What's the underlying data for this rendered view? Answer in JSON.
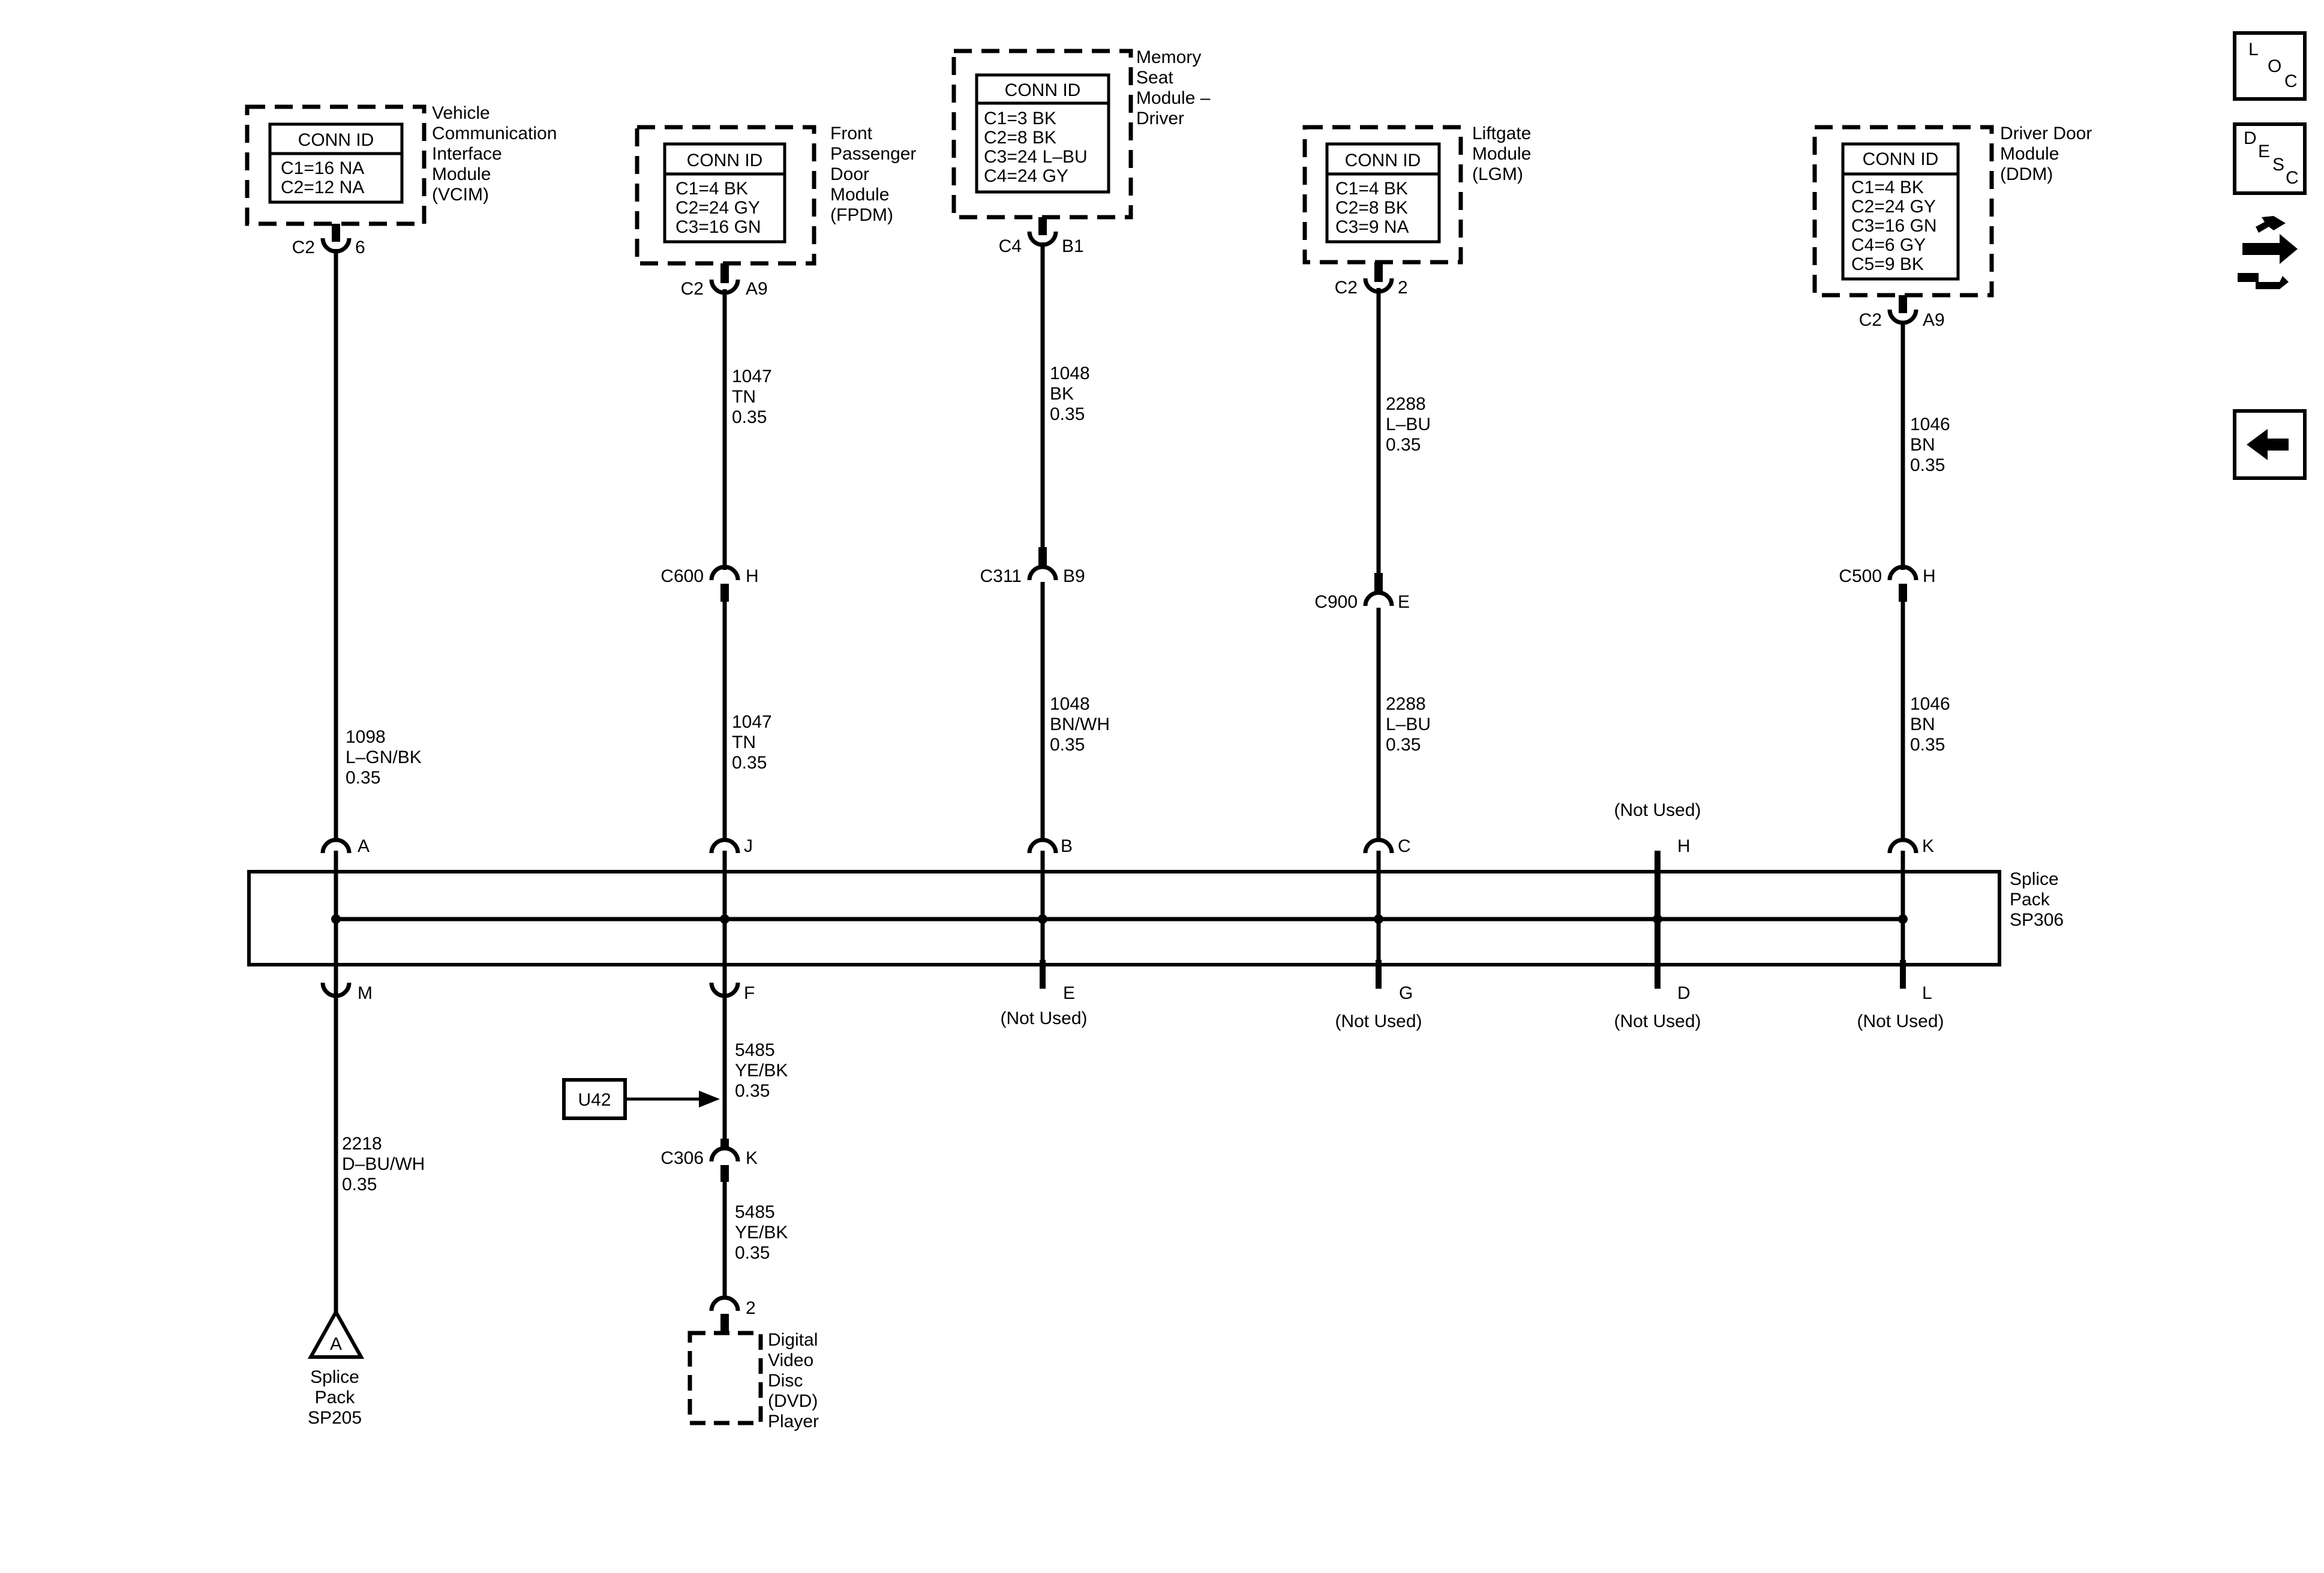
{
  "modules": {
    "vcim": {
      "conn_id": "CONN ID",
      "lines": [
        "C1=16 NA",
        "C2=12 NA"
      ],
      "name": [
        "Vehicle",
        "Communication",
        "Interface",
        "Module",
        "(VCIM)"
      ]
    },
    "fpdm": {
      "conn_id": "CONN ID",
      "lines": [
        "C1=4 BK",
        "C2=24 GY",
        "C3=16 GN"
      ],
      "name": [
        "Front",
        "Passenger",
        "Door",
        "Module",
        "(FPDM)"
      ]
    },
    "msm": {
      "conn_id": "CONN ID",
      "lines": [
        "C1=3 BK",
        "C2=8 BK",
        "C3=24 L–BU",
        "C4=24 GY"
      ],
      "name": [
        "Memory",
        "Seat",
        "Module –",
        "Driver"
      ]
    },
    "lgm": {
      "conn_id": "CONN ID",
      "lines": [
        "C1=4 BK",
        "C2=8 BK",
        "C3=9 NA"
      ],
      "name": [
        "Liftgate",
        "Module",
        "(LGM)"
      ]
    },
    "ddm": {
      "conn_id": "CONN ID",
      "lines": [
        "C1=4 BK",
        "C2=24 GY",
        "C3=16 GN",
        "C4=6 GY",
        "C5=9 BK"
      ],
      "name": [
        "Driver Door",
        "Module",
        "(DDM)"
      ]
    }
  },
  "connectors": {
    "vcim_top": {
      "conn": "C2",
      "pin": "6"
    },
    "fpdm_top": {
      "conn": "C2",
      "pin": "A9"
    },
    "msm_top": {
      "conn": "C4",
      "pin": "B1"
    },
    "lgm_top": {
      "conn": "C2",
      "pin": "2"
    },
    "ddm_top": {
      "conn": "C2",
      "pin": "A9"
    },
    "c600": {
      "conn": "C600",
      "pin": "H"
    },
    "c311": {
      "conn": "C311",
      "pin": "B9"
    },
    "c900": {
      "conn": "C900",
      "pin": "E"
    },
    "c500": {
      "conn": "C500",
      "pin": "H"
    },
    "c306": {
      "conn": "C306",
      "pin": "K"
    },
    "dvd": {
      "pin": "2"
    }
  },
  "wires": {
    "vcim": [
      "1098",
      "L–GN/BK",
      "0.35"
    ],
    "fpdm_upper": [
      "1047",
      "TN",
      "0.35"
    ],
    "fpdm_lower": [
      "1047",
      "TN",
      "0.35"
    ],
    "msm_upper": [
      "1048",
      "BK",
      "0.35"
    ],
    "msm_lower": [
      "1048",
      "BN/WH",
      "0.35"
    ],
    "lgm_upper": [
      "2288",
      "L–BU",
      "0.35"
    ],
    "lgm_lower": [
      "2288",
      "L–BU",
      "0.35"
    ],
    "ddm_upper": [
      "1046",
      "BN",
      "0.35"
    ],
    "ddm_lower": [
      "1046",
      "BN",
      "0.35"
    ],
    "sp205": [
      "2218",
      "D–BU/WH",
      "0.35"
    ],
    "dvd_upper": [
      "5485",
      "YE/BK",
      "0.35"
    ],
    "dvd_lower": [
      "5485",
      "YE/BK",
      "0.35"
    ]
  },
  "splice_pack": {
    "name": [
      "Splice",
      "Pack",
      "SP306"
    ],
    "top_pins": [
      "A",
      "J",
      "B",
      "C",
      "H",
      "K"
    ],
    "bottom_pins": [
      "M",
      "F",
      "E",
      "G",
      "D",
      "L"
    ],
    "not_used": "(Not Used)"
  },
  "sp205": {
    "symbol": "A",
    "name": [
      "Splice",
      "Pack",
      "SP205"
    ]
  },
  "u42": "U42",
  "dvd_player": {
    "name": [
      "Digital",
      "Video",
      "Disc",
      "(DVD)",
      "Player"
    ]
  },
  "side_icons": {
    "loc": [
      "L",
      "O",
      "C"
    ],
    "desc": [
      "D",
      "E",
      "S",
      "C"
    ],
    "icons": [
      "circuit-symbol-icon",
      "back-arrow-icon"
    ]
  },
  "colors": {
    "line": "#000000",
    "background": "#ffffff"
  }
}
